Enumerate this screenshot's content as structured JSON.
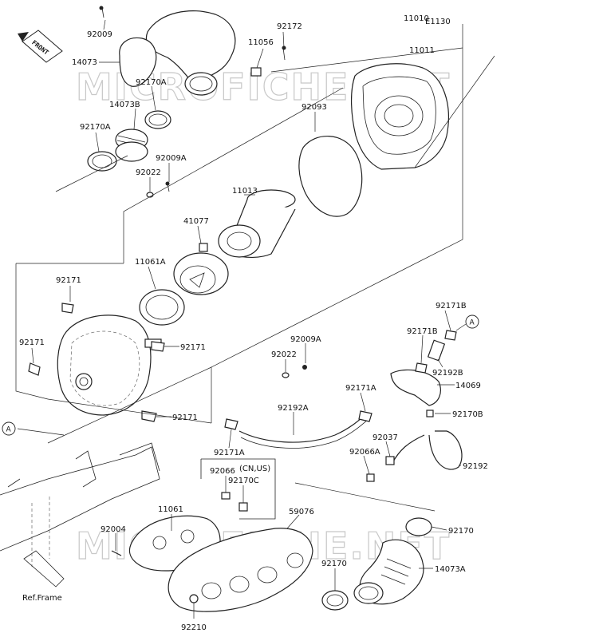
{
  "diagram_code": "E1130",
  "front_arrow": "FRONT",
  "watermark": "MICROFICHE.NET",
  "ref_frame": "Ref.Frame",
  "callouts": {
    "a_top": "A",
    "a_left": "A"
  },
  "labels": {
    "p92009": "92009",
    "p14073": "14073",
    "p11056": "11056",
    "p92172": "92172",
    "p11010": "11010",
    "p11011": "11011",
    "p92170A_top": "92170A",
    "p14073B": "14073B",
    "p92170A_left": "92170A",
    "p92009A_top": "92009A",
    "p92022_top": "92022",
    "p92093": "92093",
    "p11013": "11013",
    "p41077": "41077",
    "p11061A": "11061A",
    "p92171_a": "92171",
    "p92171_b": "92171",
    "p92171_c": "92171",
    "p92171_d": "92171",
    "p92009A_mid": "92009A",
    "p92022_mid": "92022",
    "p92171B_a": "92171B",
    "p92171B_b": "92171B",
    "p92192B": "92192B",
    "p14069": "14069",
    "p92171A_mid": "92171A",
    "p92192A": "92192A",
    "p92170B": "92170B",
    "p92037": "92037",
    "p92066A": "92066A",
    "p92192": "92192",
    "p92171A_low": "92171A",
    "p92066": "92066",
    "p_cnus": "(CN,US)",
    "p92170C": "92170C",
    "p11061": "11061",
    "p59076": "59076",
    "p92004": "92004",
    "p92170_right": "92170",
    "p92170_low": "92170",
    "p14073A": "14073A",
    "p92210": "92210"
  }
}
